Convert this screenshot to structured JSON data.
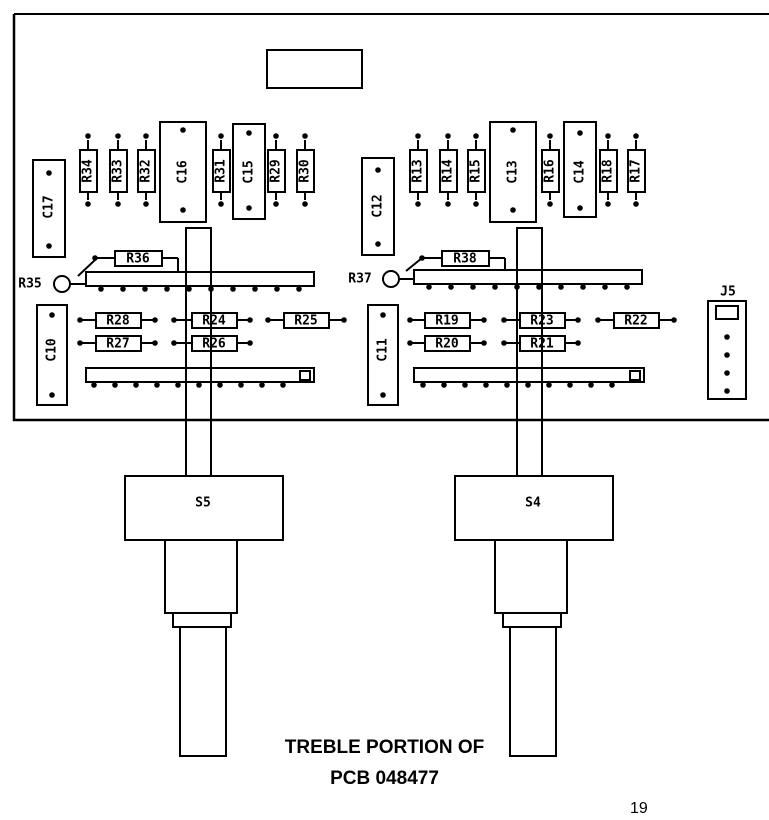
{
  "board": {
    "top_components": [
      "C17",
      "R34",
      "R33",
      "R32",
      "C16",
      "R31",
      "C15",
      "R29",
      "R30",
      "C12",
      "R13",
      "R14",
      "R15",
      "C13",
      "R16",
      "C14",
      "R18",
      "R17"
    ],
    "resistors_mid": [
      "R36",
      "R35",
      "R37",
      "R38"
    ],
    "lower_left": [
      "C10",
      "R28",
      "R24",
      "R25",
      "R27",
      "R26"
    ],
    "lower_right": [
      "C11",
      "R19",
      "R23",
      "R22",
      "R20",
      "R21"
    ],
    "connector": "J5"
  },
  "switches": {
    "left": "S5",
    "right": "S4"
  },
  "caption": {
    "line1": "TREBLE PORTION OF",
    "line2": "PCB 048477"
  },
  "page_number": "19"
}
